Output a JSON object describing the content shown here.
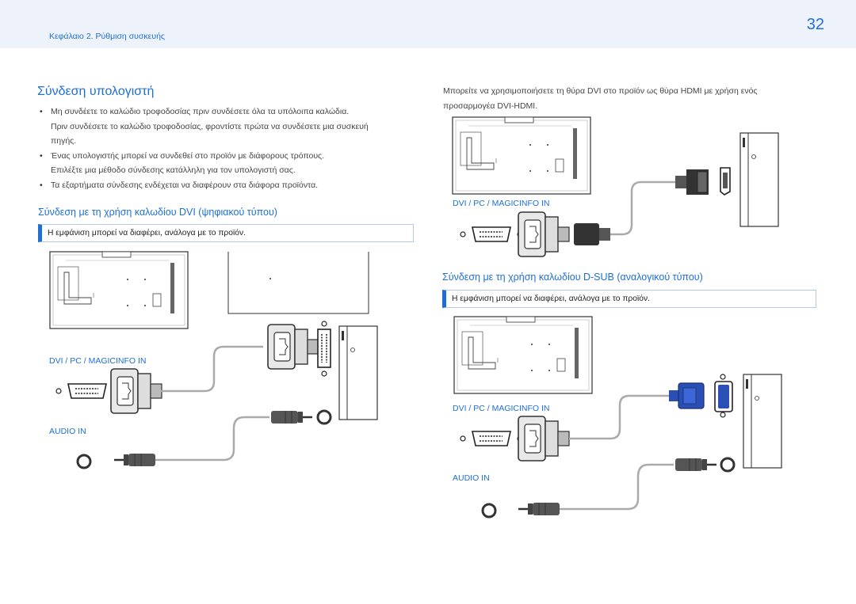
{
  "header": {
    "chapter": "Κεφάλαιο 2. Ρύθμιση συσκευής",
    "page_number": "32"
  },
  "section": {
    "title": "Σύνδεση υπολογιστή",
    "bullets": [
      [
        "Μη συνδέετε το καλώδιο τροφοδοσίας πριν συνδέσετε όλα τα υπόλοιπα καλώδια.",
        "Πριν συνδέσετε το καλώδιο τροφοδοσίας, φροντίστε πρώτα να συνδέσετε μια συσκευή",
        "πηγής."
      ],
      [
        "Ένας υπολογιστής μπορεί να συνδεθεί στο προϊόν με διάφορους τρόπους.",
        "Επιλέξτε μια μέθοδο σύνδεσης κατάλληλη για τον υπολογιστή σας."
      ],
      [
        "Τα εξαρτήματα σύνδεσης ενδέχεται να διαφέρουν στα διάφορα προϊόντα."
      ]
    ]
  },
  "dvi_section": {
    "heading": "Σύνδεση με τη χρήση καλωδίου DVI (ψηφιακού τύπου)",
    "note": "Η εμφάνιση μπορεί να διαφέρει, ανάλογα με το προϊόν.",
    "port_label": "DVI / PC / MAGICINFO IN",
    "audio_label": "AUDIO IN"
  },
  "hdmi_section": {
    "intro_line1": "Μπορείτε να χρησιμοποιήσετε τη θύρα DVI στο προϊόν ως θύρα HDMI με χρήση ενός",
    "intro_line2": "προσαρμογέα DVI-HDMI.",
    "port_label": "DVI / PC / MAGICINFO IN"
  },
  "dsub_section": {
    "heading": "Σύνδεση με τη χρήση καλωδίου D-SUB (αναλογικού τύπου)",
    "note": "Η εμφάνιση μπορεί να διαφέρει, ανάλογα με το προϊόν.",
    "port_label": "DVI / PC / MAGICINFO IN",
    "audio_label": "AUDIO IN"
  },
  "colors": {
    "accent": "#1e6ed6",
    "header_bg": "#eef3fb",
    "vga_blue": "#2a4fb5"
  },
  "icons": [
    "monitor-back-icon",
    "pc-tower-icon",
    "dvi-port-icon",
    "dvi-plug-icon",
    "hdmi-plug-icon",
    "vga-plug-icon",
    "audio-jack-icon",
    "audio-plug-icon"
  ]
}
